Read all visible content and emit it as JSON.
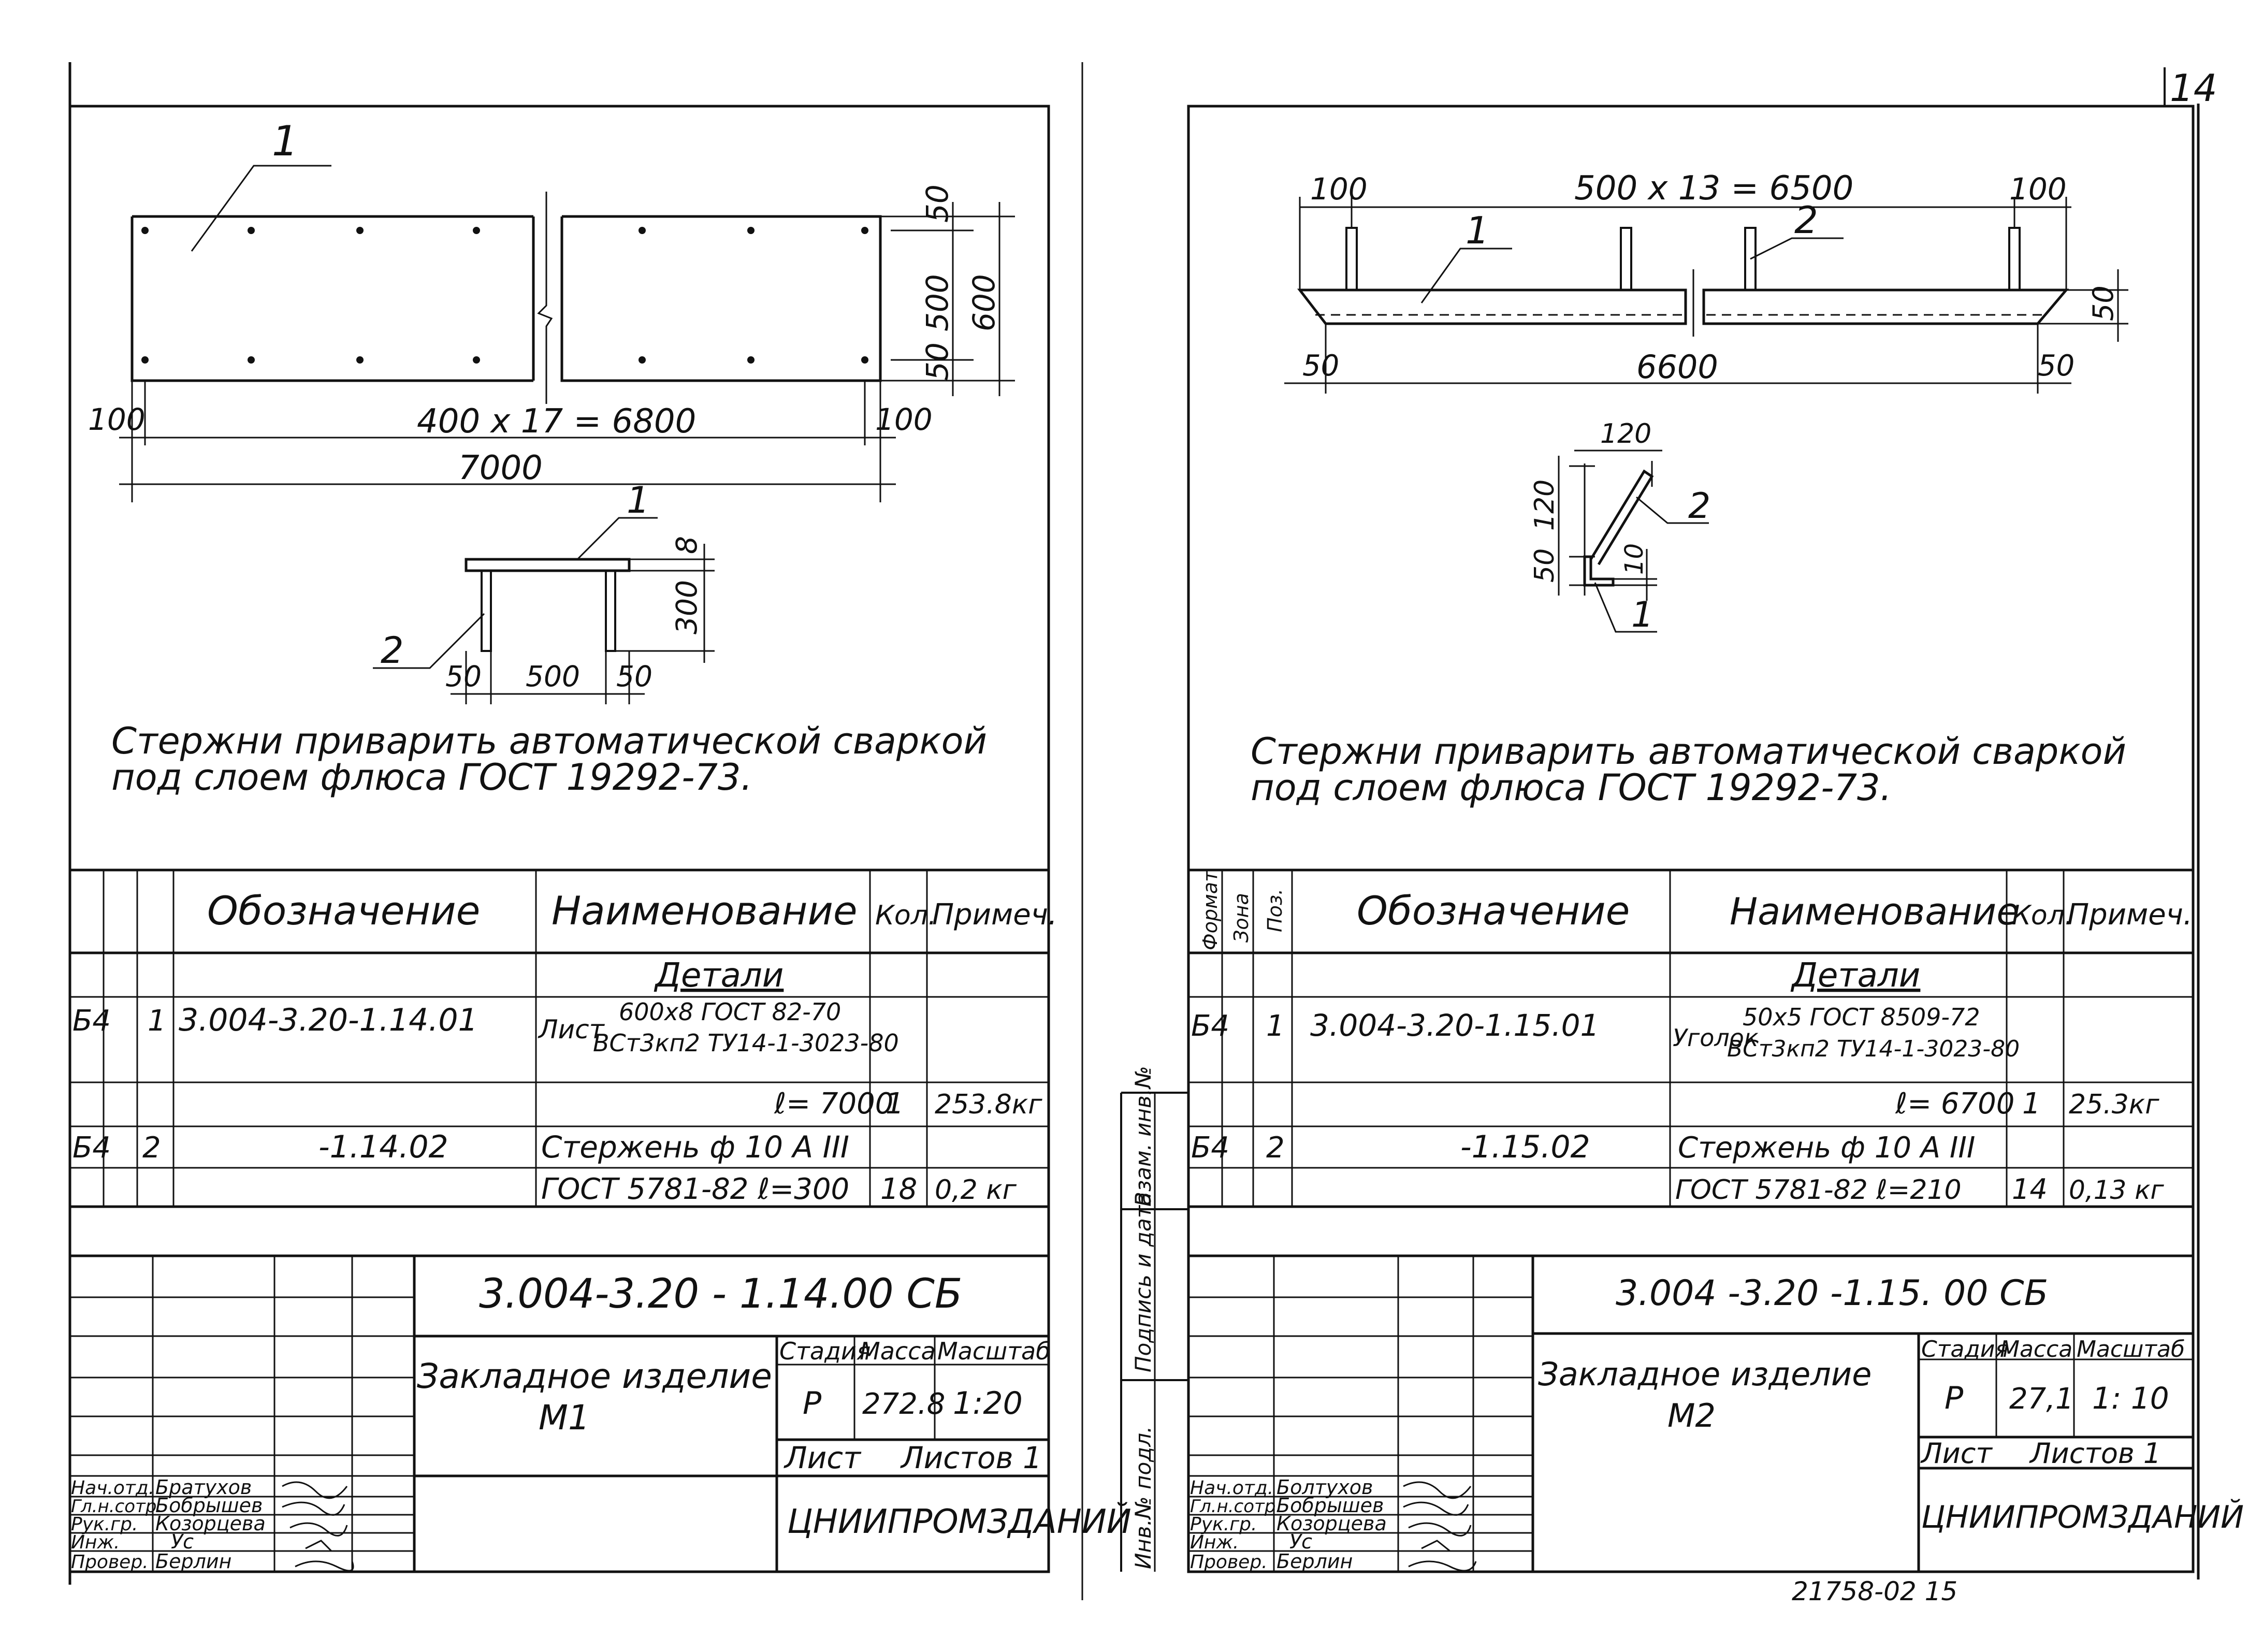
{
  "sheet_number": "14",
  "bottom_stamp": "21758-02   15",
  "left": {
    "plan": {
      "label_1": "1",
      "dim_right": [
        "50",
        "500",
        "50",
        "600"
      ],
      "dim_left": "100",
      "dim_mid": "400 x 17 = 6800",
      "dim_right_end": "100",
      "dim_total": "7000"
    },
    "section": {
      "label_1": "1",
      "label_2": "2",
      "dim_8": "8",
      "dim_300": "300",
      "dim_50a": "50",
      "dim_500": "500",
      "dim_50b": "50"
    },
    "note_line1": "Стержни приварить    автоматической  сваркой",
    "note_line2": "под  слоем  флюса  ГОСТ 19292-73.",
    "spec": {
      "headers": {
        "designation": "Обозначение",
        "name": "Наименование",
        "qty": "Кол.",
        "note": "Примеч."
      },
      "section_title": "Детали",
      "rows": [
        {
          "format": "Б4",
          "pos": "1",
          "designation": "3.004-3.20-1.14.01",
          "name_prefix": "Лист",
          "name_top": "600х8 ГОСТ 82-70",
          "name_bottom": "ВСт3кп2 ТУ14-1-3023-80",
          "length": "ℓ= 7000",
          "qty": "1",
          "note": "253.8кг"
        },
        {
          "format": "Б4",
          "pos": "2",
          "designation": "-1.14.02",
          "name_line1": "Стержень ф 10 А III",
          "name_line2": "ГОСТ 5781-82   ℓ=300",
          "qty": "18",
          "note": "0,2 кг"
        }
      ]
    },
    "title_block": {
      "code": "3.004-3.20 - 1.14.00 СБ",
      "item_name": "Закладное  изделие",
      "item_mark": "М1",
      "stage_label": "Стадия",
      "mass_label": "Масса",
      "scale_label": "Масштаб",
      "stage": "Р",
      "mass": "272.8",
      "scale": "1:20",
      "sheet_label": "Лист",
      "sheets_label": "Листов 1",
      "org": "ЦНИИПРОМЗДАНИЙ",
      "people": [
        {
          "role": "Нач.отд.",
          "name": "Братухов"
        },
        {
          "role": "Гл.н.сотр.",
          "name": "Бобрышев"
        },
        {
          "role": "Рук.гр.",
          "name": "Козорцева"
        },
        {
          "role": "Инж.",
          "name": "Ус"
        },
        {
          "role": "Провер.",
          "name": "Берлин"
        }
      ]
    }
  },
  "right": {
    "elevation": {
      "dim_left": "100",
      "dim_mid": "500 x 13 =  6500",
      "dim_right": "100",
      "label_1": "1",
      "label_2": "2",
      "dim_height": "50",
      "dim_bl": "50",
      "dim_total": "6600",
      "dim_br": "50"
    },
    "detail": {
      "dim_120a": "120",
      "dim_120b": "120",
      "dim_50": "50",
      "dim_10": "10",
      "label_2": "2",
      "label_1": "1"
    },
    "note_line1": "Стержни приварить    автоматической  сваркой",
    "note_line2": "под    слоем  флюса  ГОСТ 19292-73.",
    "spec": {
      "headers": {
        "format": "Формат",
        "zone": "Зона",
        "pos": "Поз.",
        "designation": "Обозначение",
        "name": "Наименование",
        "qty": "Кол.",
        "note": "Примеч."
      },
      "section_title": "Детали",
      "rows": [
        {
          "format": "Б4",
          "pos": "1",
          "designation": "3.004-3.20-1.15.01",
          "name_prefix": "Уголок",
          "name_top": "50х5 ГОСТ 8509-72",
          "name_bottom": "ВСт3кп2 ТУ14-1-3023-80",
          "length": "ℓ= 6700",
          "qty": "1",
          "note": "25.3кг"
        },
        {
          "format": "Б4",
          "pos": "2",
          "designation": "-1.15.02",
          "name_line1": "Стержень ф 10 А III",
          "name_line2": "ГОСТ 5781-82   ℓ=210",
          "qty": "14",
          "note": "0,13 кг"
        }
      ]
    },
    "title_block": {
      "code": "3.004 -3.20 -1.15. 00  СБ",
      "item_name": "Закладное  изделие",
      "item_mark": "М2",
      "stage_label": "Стадия",
      "mass_label": "Масса",
      "scale_label": "Масштаб",
      "stage": "Р",
      "mass": "27,1",
      "scale": "1: 10",
      "sheet_label": "Лист",
      "sheets_label": "Листов 1",
      "org": "ЦНИИПРОМЗДАНИЙ",
      "people": [
        {
          "role": "Нач.отд.",
          "name": "Болтухов"
        },
        {
          "role": "Гл.н.сотр.",
          "name": "Бобрышев"
        },
        {
          "role": "Рук.гр.",
          "name": "Козорцева"
        },
        {
          "role": "Инж.",
          "name": "Ус"
        },
        {
          "role": "Провер.",
          "name": "Берлин"
        }
      ]
    },
    "side_labels": {
      "inv_sub": "Инв.№ подл.",
      "sign_date": "Подпись и дата",
      "inv_repl": "Взам. инв.№"
    }
  }
}
